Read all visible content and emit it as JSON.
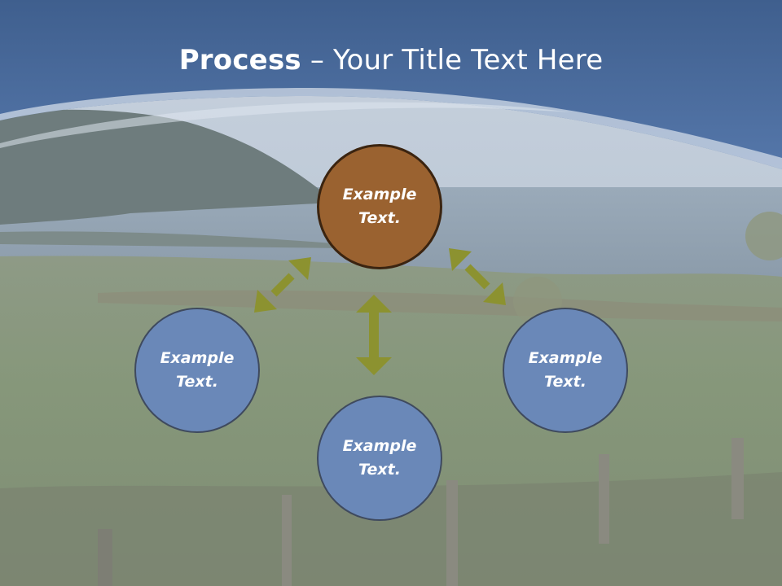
{
  "slide": {
    "title_bold": "Process",
    "title_rest": " – Your Title Text Here"
  },
  "nodes": {
    "center": {
      "line1": "Example",
      "line2": "Text."
    },
    "left": {
      "line1": "Example",
      "line2": "Text."
    },
    "bottom": {
      "line1": "Example",
      "line2": "Text."
    },
    "right": {
      "line1": "Example",
      "line2": "Text."
    }
  },
  "colors": {
    "header": "#4f72a6",
    "center_node": "#9a6230",
    "outer_node": "#6a88b8",
    "arrow": "#8c9230"
  }
}
